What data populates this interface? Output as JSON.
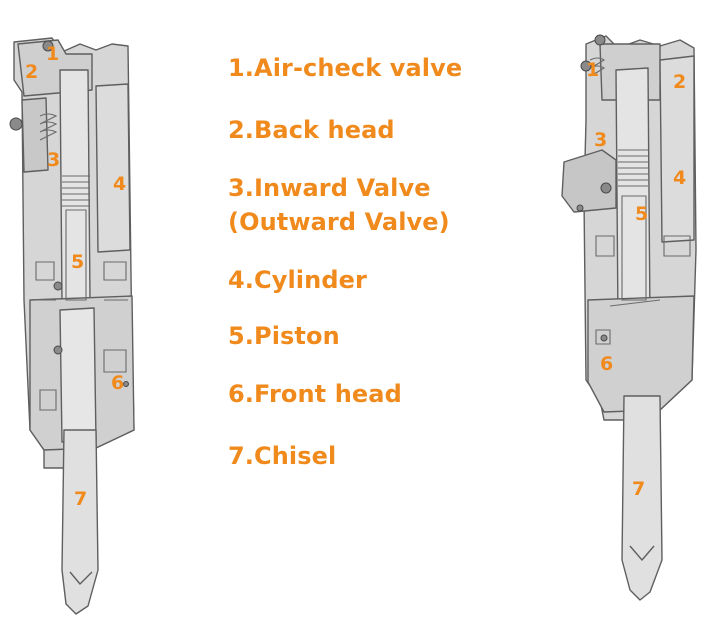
{
  "accent_color": "#F08A1C",
  "legend": {
    "items": [
      {
        "lines": [
          "1.Air-check valve"
        ]
      },
      {
        "lines": [
          "2.Back head"
        ]
      },
      {
        "lines": [
          "3.Inward Valve",
          "(Outward Valve)"
        ]
      },
      {
        "lines": [
          "4.Cylinder"
        ]
      },
      {
        "lines": [
          "5.Piston"
        ]
      },
      {
        "lines": [
          "6.Front head"
        ]
      },
      {
        "lines": [
          "7.Chisel"
        ]
      }
    ]
  },
  "left_drawing": {
    "labels": [
      "1",
      "2",
      "3",
      "4",
      "5",
      "6",
      "7"
    ]
  },
  "right_drawing": {
    "labels": [
      "1",
      "2",
      "3",
      "4",
      "5",
      "6",
      "7"
    ]
  }
}
